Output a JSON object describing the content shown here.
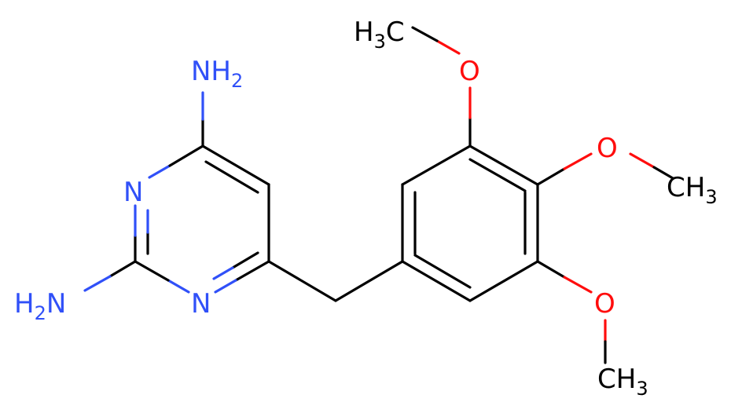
{
  "colors": {
    "background": "#FFFFFF",
    "bond": "#000000",
    "nitrogen": "#3050F8",
    "oxygen": "#FF0D0D",
    "carbon_label": "#000000"
  },
  "atoms": {
    "nh2_top": {
      "main": "NH",
      "sub": "2"
    },
    "n_ring_left": {
      "main": "N"
    },
    "n_ring_bottom": {
      "main": "N"
    },
    "nh2_left": {
      "main": "H",
      "sub": "2",
      "tail": "N"
    },
    "o_top": {
      "main": "O"
    },
    "o_mid": {
      "main": "O"
    },
    "o_bottom": {
      "main": "O"
    },
    "ch3_top": {
      "main": "H",
      "sub": "3",
      "tail": "C"
    },
    "ch3_right": {
      "main": "CH",
      "sub": "3"
    },
    "ch3_bottom": {
      "main": "CH",
      "sub": "3"
    }
  }
}
